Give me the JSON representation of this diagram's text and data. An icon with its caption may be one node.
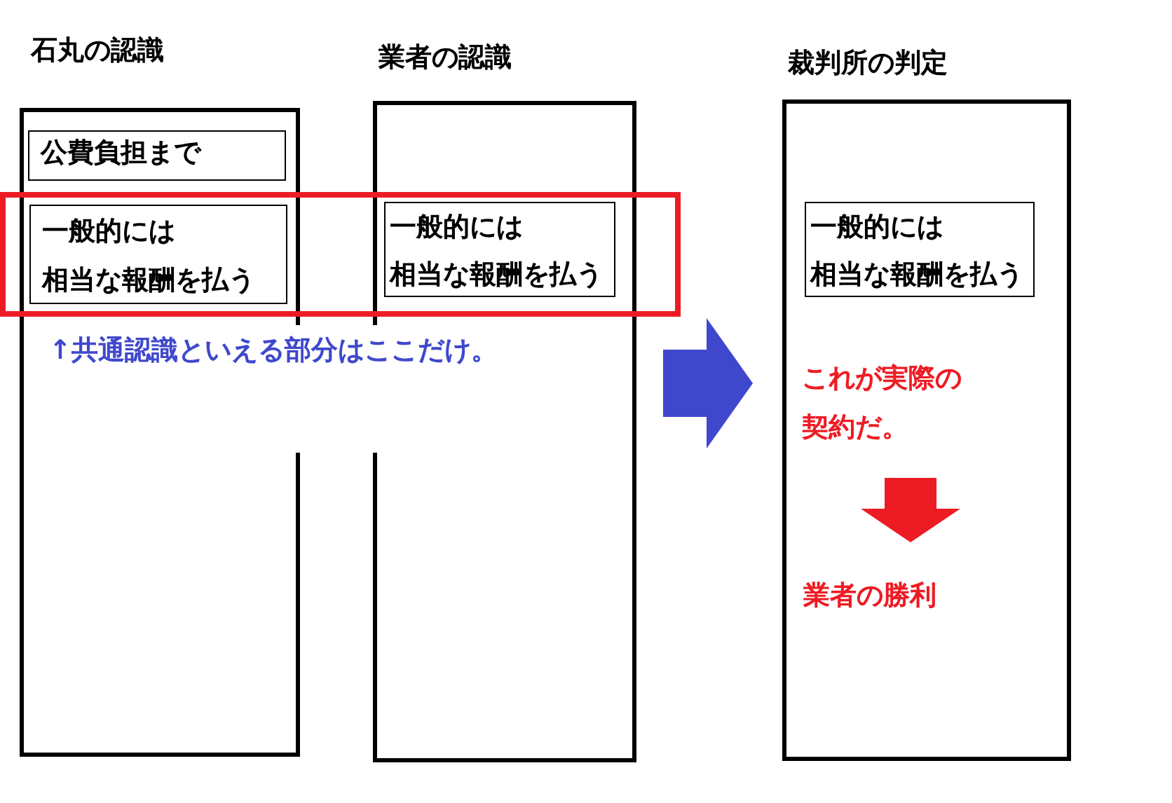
{
  "diagram": {
    "nodes": [
      {
        "text": [
          "石丸の認識"
        ]
      },
      {
        "text": [
          "公費負担まで"
        ],
        "in": 0
      },
      {
        "text": [
          "一般的には相当な報酬を払う"
        ],
        "in": 0
      },
      {
        "text": [
          "業者の認識"
        ]
      },
      {
        "text": [
          "一般的には相当な報酬を払う"
        ],
        "in": 3
      },
      {
        "text": [
          "裁判所の判定"
        ]
      },
      {
        "text": [
          "一般的には相当な報酬を払う"
        ],
        "in": 5
      },
      {
        "text": [
          "これが実際の契約だ。"
        ],
        "in": 5
      },
      {
        "text": [
          "業者の勝利"
        ],
        "in": 5
      }
    ],
    "edges": [
      {
        "from": 3,
        "to": 5,
        "arrow": "to",
        "color": "#3f48cc"
      },
      {
        "from": 7,
        "to": 8,
        "arrow": "to",
        "color": "#ed1c24"
      }
    ],
    "labels": [
      "↑共通認識といえる部分はここだけ。"
    ]
  }
}
